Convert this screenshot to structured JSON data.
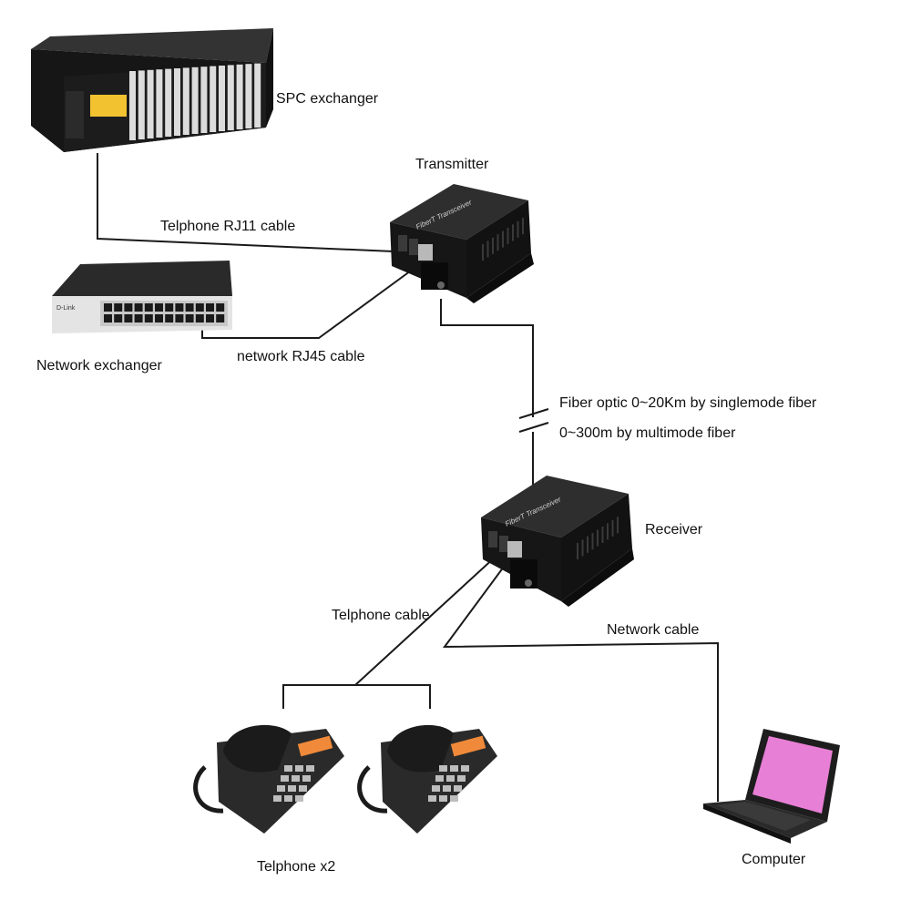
{
  "labels": {
    "spc_exchanger": "SPC exchanger",
    "transmitter": "Transmitter",
    "rj11_cable": "Telphone RJ11 cable",
    "network_exchanger": "Network exchanger",
    "rj45_cable": "network RJ45 cable",
    "fiber_line1": "Fiber optic 0~20Km by singlemode fiber",
    "fiber_line2": "0~300m by multimode fiber",
    "receiver": "Receiver",
    "telphone_cable": "Telphone cable",
    "network_cable": "Network cable",
    "telphones": "Telphone x2",
    "computer": "Computer"
  },
  "device_text": {
    "transceiver_brand": "FiberT Transceiver",
    "switch_brand": "D-Link"
  },
  "colors": {
    "device_body": "#161616",
    "device_top": "#2e2e2e",
    "port_yellow": "#f2c230",
    "cable": "#1a1a1a",
    "screen_pink": "#e87fd6",
    "lcd_orange": "#f08a3a"
  }
}
